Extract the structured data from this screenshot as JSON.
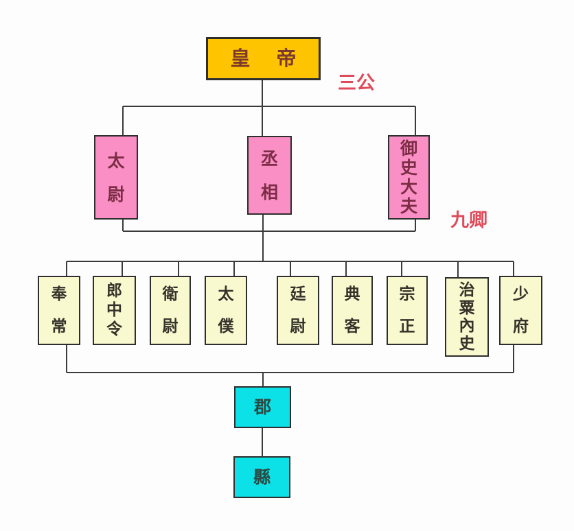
{
  "diagram": {
    "emperor": {
      "label": "皇帝"
    },
    "section_labels": {
      "three_lords": "三公",
      "nine_ministers": "九卿"
    },
    "three_lords": [
      {
        "label": "太尉"
      },
      {
        "label": "丞相"
      },
      {
        "label": "御史大夫"
      }
    ],
    "nine_ministers": [
      {
        "label": "奉常"
      },
      {
        "label": "郎中令"
      },
      {
        "label": "衛尉"
      },
      {
        "label": "太僕"
      },
      {
        "label": "廷尉"
      },
      {
        "label": "典客"
      },
      {
        "label": "宗正"
      },
      {
        "label": "治粟內史"
      },
      {
        "label": "少府"
      }
    ],
    "local_admin": [
      {
        "label": "郡"
      },
      {
        "label": "縣"
      }
    ],
    "colors": {
      "bg": "#fdfdfd",
      "emperor_fill": "#ffc400",
      "lord_fill": "#fa8fc5",
      "minister_fill": "#f9f9d0",
      "local_fill": "#0ce1e8",
      "section_label": "#df4b5b",
      "line": "#3a3a3a",
      "border": "#2e2e2e"
    }
  }
}
